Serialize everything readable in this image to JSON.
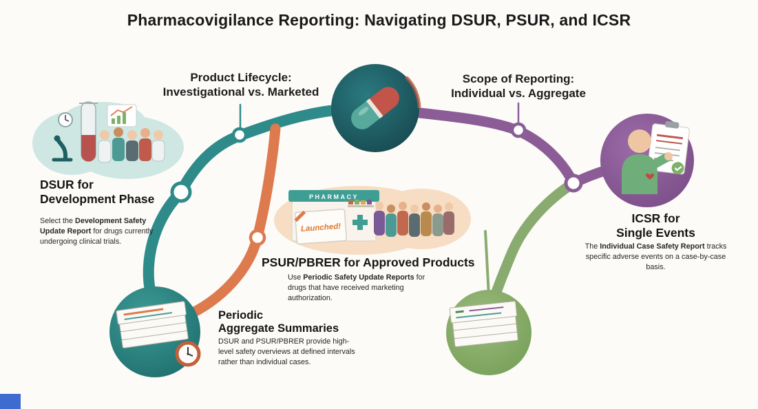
{
  "title": "Pharmacovigilance Reporting: Navigating DSUR, PSUR, and ICSR",
  "labels": {
    "lifecycle": {
      "line1": "Product Lifecycle:",
      "line2": "Investigational vs. Marketed"
    },
    "scope": {
      "line1": "Scope of Reporting:",
      "line2": "Individual vs. Aggregate"
    }
  },
  "sections": {
    "dsur": {
      "heading_line1": "DSUR for",
      "heading_line2": "Development Phase",
      "body_lead": "Select the ",
      "body_bold": "Development Safety Update Report",
      "body_rest": " for drugs currently undergoing clinical trials."
    },
    "psur": {
      "heading": "PSUR/PBRER for Approved Products",
      "body_lead": "Use ",
      "body_bold": "Periodic Safety Update Reports",
      "body_rest": " for drugs that have received marketing authorization."
    },
    "icsr": {
      "heading_line1": "ICSR for",
      "heading_line2": "Single Events",
      "body_lead": "The ",
      "body_bold": "Individual Case Safety Report",
      "body_rest": " tracks specific adverse events on a case-by-case basis."
    },
    "periodic": {
      "heading_line1": "Periodic",
      "heading_line2": "Aggregate Summaries",
      "body": "DSUR and PSUR/PBRER provide high-level safety overviews at defined intervals rather than individual cases."
    }
  },
  "illustrations": {
    "pharmacy_sign": "PHARMACY",
    "launch_box_label": "Launched!"
  },
  "colors": {
    "teal_road": "#2e8b8a",
    "orange_road": "#dd7a4e",
    "purple_road": "#8b5c96",
    "green_road": "#8aab70",
    "dark_teal_circle": "#1d5f66",
    "purple_circle": "#8c5a96",
    "green_circle": "#85a968",
    "teal_circle": "#2e8b8a",
    "accent_blue": "#3d6bd0",
    "ink": "#1d1d1d"
  }
}
